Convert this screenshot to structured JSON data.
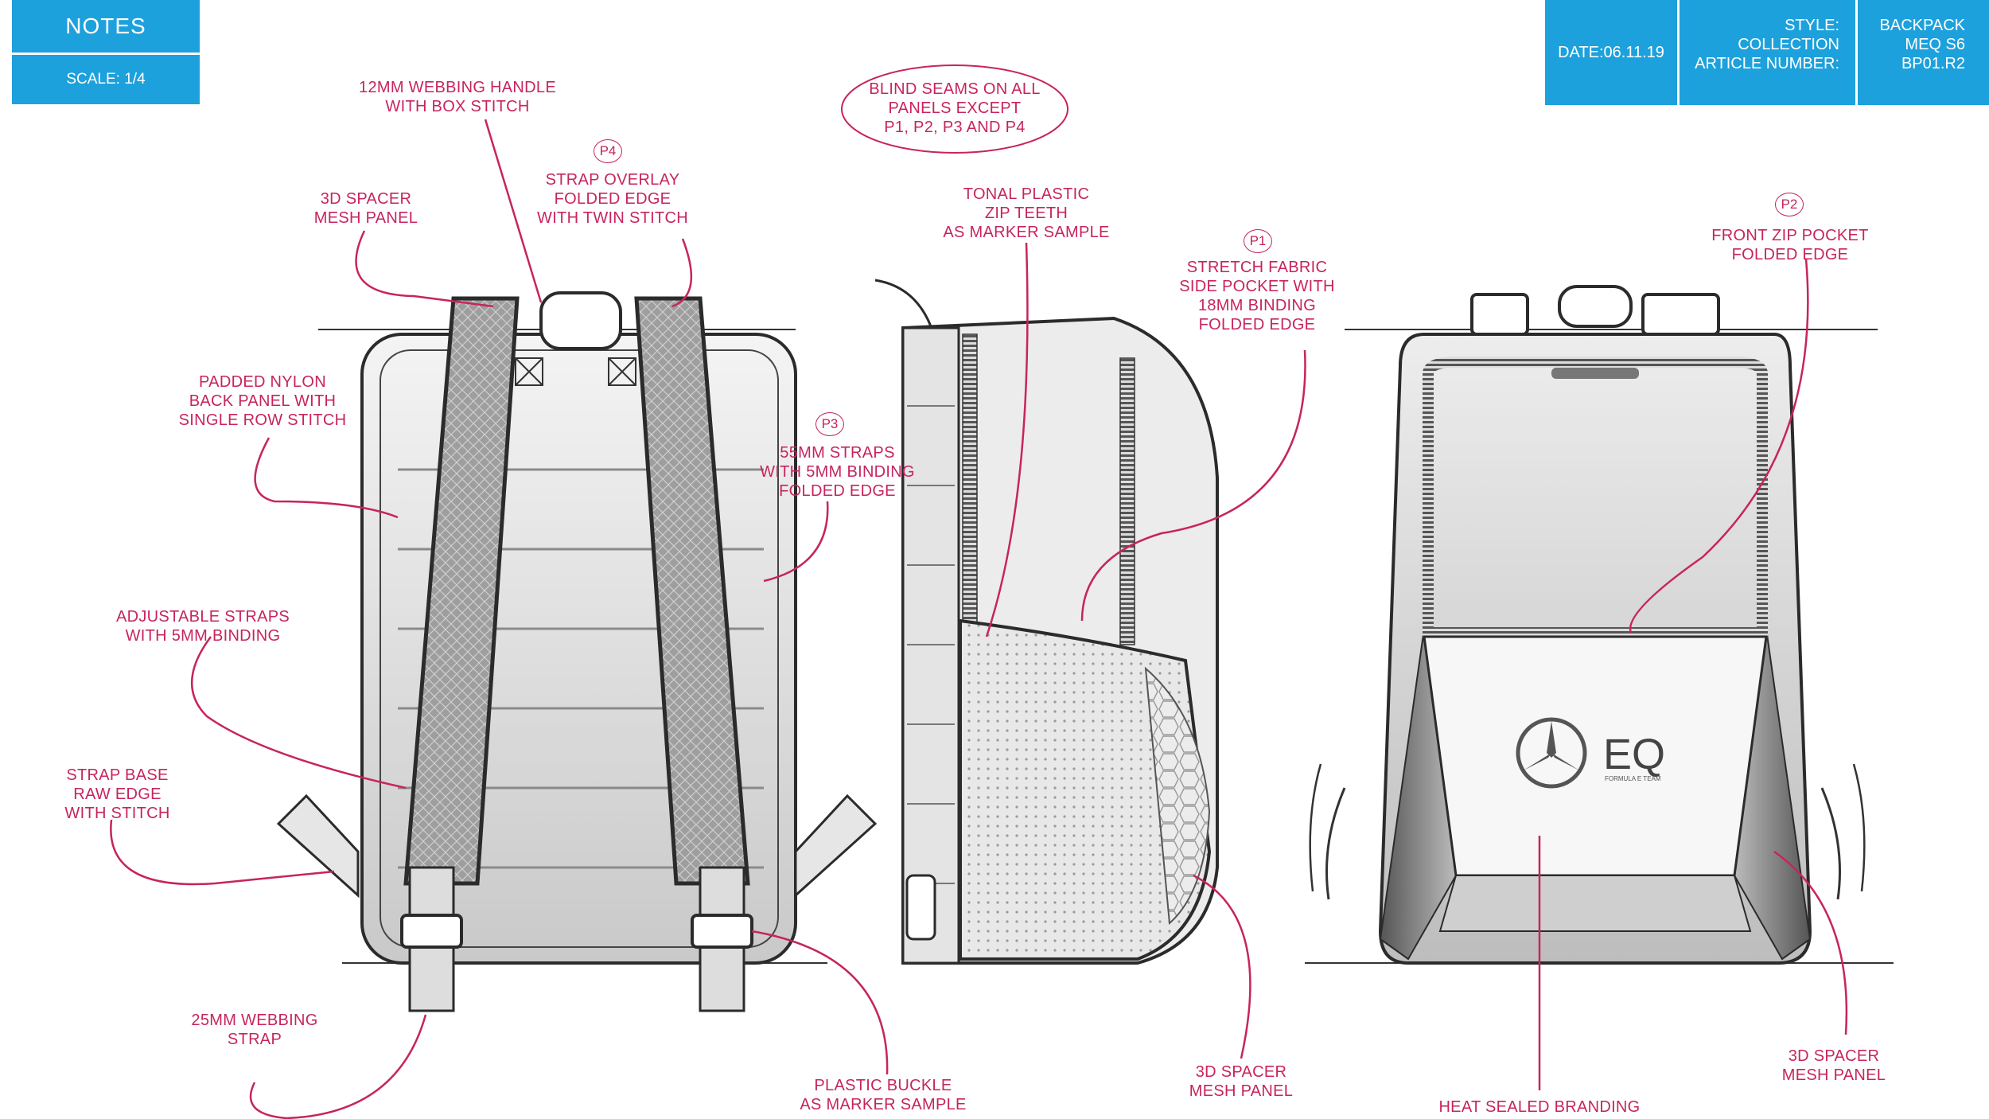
{
  "header": {
    "notes_label": "NOTES",
    "scale_label": "SCALE: 1/4"
  },
  "title_block": {
    "date": "DATE:06.11.19",
    "style_label": "STYLE:",
    "collection_label": "COLLECTION",
    "article_label": "ARTICLE NUMBER:",
    "style_value": "BACKPACK",
    "collection_value": "MEQ S6",
    "article_value": "BP01.R2"
  },
  "callouts": {
    "webbing_handle": "12MM WEBBING HANDLE\nWITH BOX STITCH",
    "spacer_mesh_top": "3D SPACER\nMESH PANEL",
    "strap_overlay": "STRAP OVERLAY\nFOLDED EDGE\nWITH TWIN STITCH",
    "padded_nylon": "PADDED NYLON\nBACK PANEL WITH\nSINGLE ROW STITCH",
    "straps_55": "55MM STRAPS\nWITH 5MM BINDING\nFOLDED EDGE",
    "adjustable_straps": "ADJUSTABLE STRAPS\nWITH 5MM BINDING",
    "strap_base": "STRAP BASE\nRAW EDGE\nWITH STITCH",
    "webbing_strap": "25MM WEBBING\nSTRAP",
    "blind_seams": "BLIND SEAMS ON ALL\nPANELS EXCEPT\nP1, P2, P3 AND P4",
    "zip_teeth": "TONAL PLASTIC\nZIP TEETH\nAS MARKER SAMPLE",
    "stretch_fabric": "STRETCH FABRIC\nSIDE POCKET WITH\n18MM BINDING\nFOLDED EDGE",
    "plastic_buckle": "PLASTIC BUCKLE\nAS MARKER SAMPLE",
    "spacer_mesh_side": "3D SPACER\nMESH PANEL",
    "front_zip": "FRONT ZIP POCKET\nFOLDED EDGE",
    "heat_sealed": "HEAT SEALED BRANDING",
    "spacer_mesh_front": "3D SPACER\nMESH PANEL"
  },
  "panel_tags": {
    "p1": "P1",
    "p2": "P2",
    "p3": "P3",
    "p4": "P4"
  },
  "branding": {
    "logo_text": "EQ",
    "logo_subtext": "FORMULA E TEAM"
  },
  "colors": {
    "title_block": "#1da1dc",
    "annotation": "#c7245f",
    "sketch_line": "#2b2b2b"
  }
}
